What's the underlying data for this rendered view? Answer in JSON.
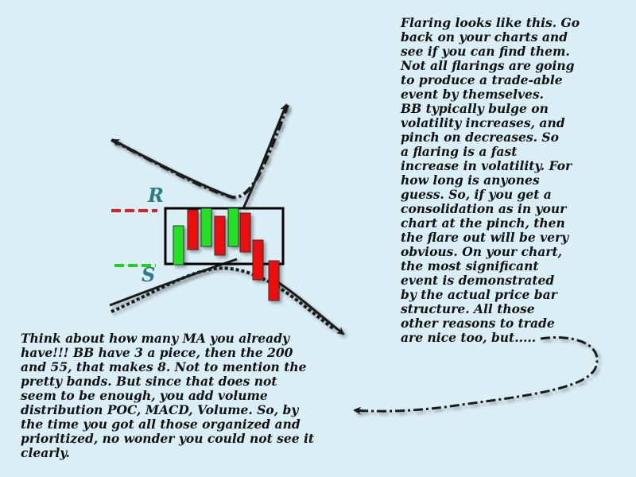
{
  "notes": {
    "right": "Flaring looks like this. Go\nback on your charts and\nsee if you can find them.\nNot all flarings are going\nto produce a trade-able\nevent by themselves.\nBB typically bulge on\nvolatility increases, and\npinch on decreases. So\na flaring is a fast\nincrease in volatility. For\nhow long is anyones\nguess. So, if you get a\nconsolidation as in your\nchart at the pinch, then\nthe flare out will be very\nobvious. On your chart,\nthe most significant\nevent is demonstrated\nby the actual price bar\nstructure. All those\nother reasons to trade\nare nice too, but.....",
    "left": "Think about how many MA you already\nhave!!! BB have 3 a piece, then the 200\nand 55, that makes 8. Not to mention the\npretty bands. But since that does not\nseem to be enough, you add volume\ndistribution POC, MACD, Volume. So, by\nthe time you got all those organized and\nprioritized, no wonder you could not see it\nclearly."
  },
  "levels": {
    "resistance": "R",
    "support": "S"
  },
  "colors": {
    "background": "#daeef5",
    "bull_candle": "#22e022",
    "bear_candle": "#ee1111",
    "resistance_dash": "#e02020",
    "support_dash": "#20d020",
    "level_letter": "#2e7a88",
    "arrow": "#1a1a1a"
  },
  "icons": {
    "band_arrow": "arrow-icon",
    "connector_arrow": "curved-arrow-icon"
  }
}
